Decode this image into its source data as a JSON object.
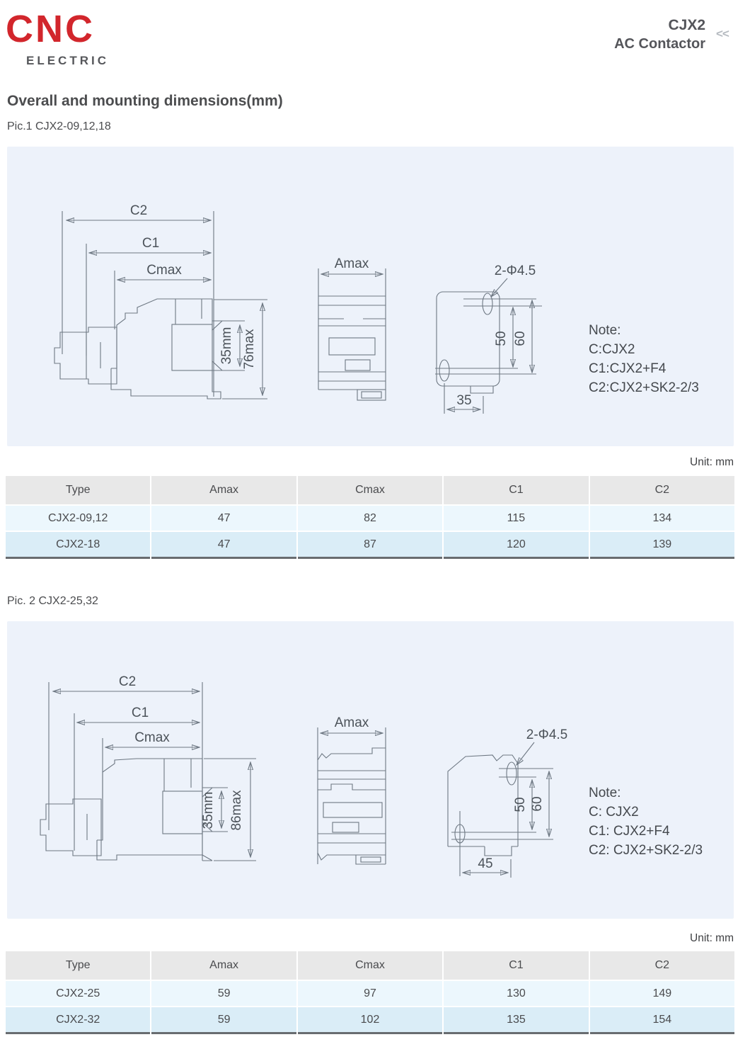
{
  "header": {
    "brand": "CNC",
    "brand_sub": "ELECTRIC",
    "product_code": "CJX2",
    "product_name": "AC Contactor",
    "collapse_icon": "<<"
  },
  "page": {
    "title": "Overall and mounting dimensions(mm)"
  },
  "figure1": {
    "caption": "Pic.1 CJX2-09,12,18",
    "dims": {
      "c2": "C2",
      "c1": "C1",
      "cmax": "Cmax",
      "amax": "Amax",
      "holes": "2-Φ4.5",
      "rail_width": "35mm",
      "total_height": "76max",
      "hole_span": "50",
      "height_span": "60",
      "base_width": "35"
    },
    "note": {
      "title": "Note:",
      "line1": "C:CJX2",
      "line2": "C1:CJX2+F4",
      "line3": "C2:CJX2+SK2-2/3"
    }
  },
  "table1": {
    "unit": "Unit: mm",
    "columns": [
      "Type",
      "Amax",
      "Cmax",
      "C1",
      "C2"
    ],
    "rows": [
      [
        "CJX2-09,12",
        "47",
        "82",
        "115",
        "134"
      ],
      [
        "CJX2-18",
        "47",
        "87",
        "120",
        "139"
      ]
    ]
  },
  "figure2": {
    "caption": "Pic. 2  CJX2-25,32",
    "dims": {
      "c2": "C2",
      "c1": "C1",
      "cmax": "Cmax",
      "amax": "Amax",
      "holes": "2-Φ4.5",
      "rail_width": "35mm",
      "total_height": "86max",
      "hole_span": "50",
      "height_span": "60",
      "base_width": "45"
    },
    "note": {
      "title": "Note:",
      "line1": "C: CJX2",
      "line2": "C1: CJX2+F4",
      "line3": "C2: CJX2+SK2-2/3"
    }
  },
  "table2": {
    "unit": "Unit: mm",
    "columns": [
      "Type",
      "Amax",
      "Cmax",
      "C1",
      "C2"
    ],
    "rows": [
      [
        "CJX2-25",
        "59",
        "97",
        "130",
        "149"
      ],
      [
        "CJX2-32",
        "59",
        "102",
        "135",
        "154"
      ]
    ]
  }
}
